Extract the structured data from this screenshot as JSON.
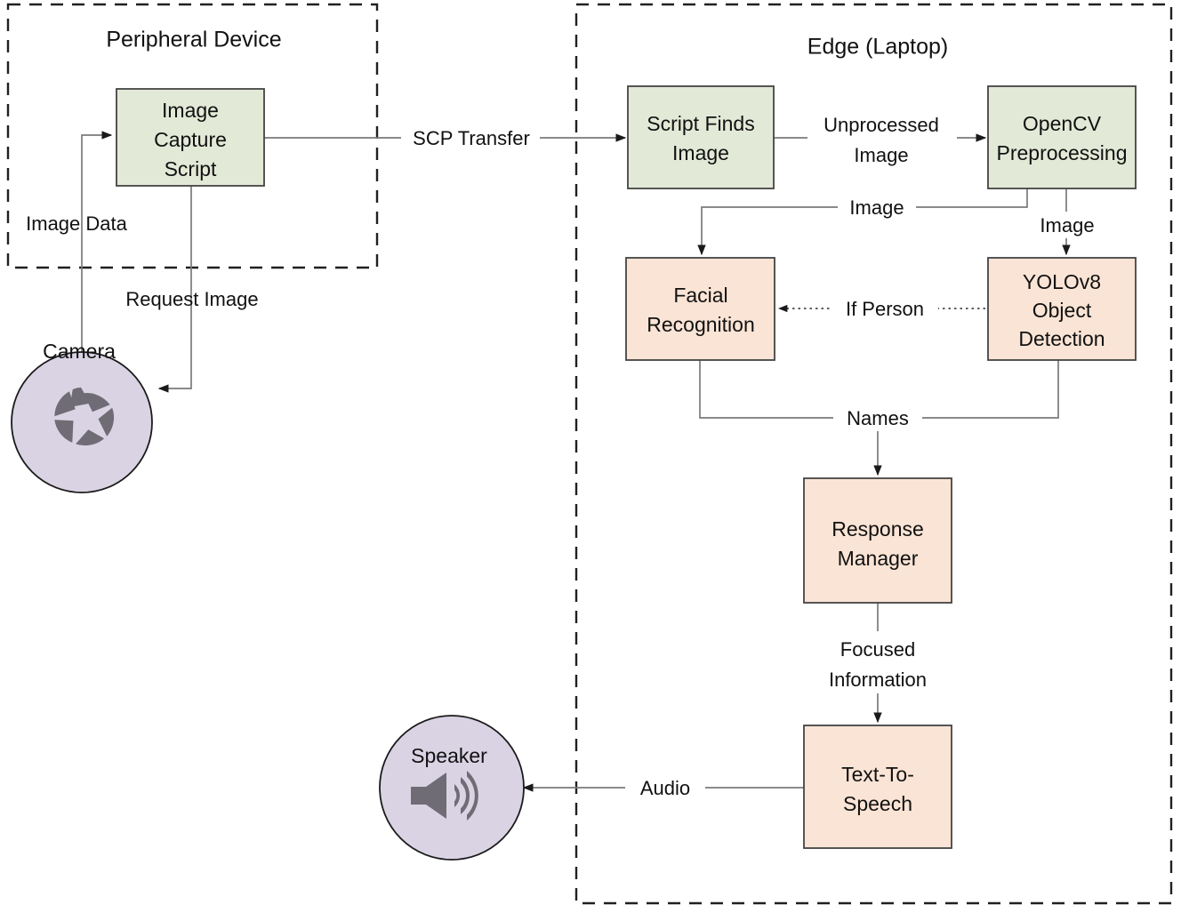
{
  "diagram": {
    "title": "Edge AI Vision Assistant Pipeline",
    "type": "flowchart",
    "colors": {
      "green_fill": "#e3e9d7",
      "orange_fill": "#fae4d5",
      "purple_fill": "#dad3e4",
      "node_stroke": "#444444",
      "edge_stroke": "#7a7a7a",
      "frame_stroke": "#231f20",
      "glyph_fill": "#6f6c75",
      "background": "#ffffff"
    },
    "groups": [
      {
        "id": "peripheral",
        "title": "Peripheral Device"
      },
      {
        "id": "edge",
        "title": "Edge (Laptop)"
      }
    ],
    "nodes": [
      {
        "id": "image-capture-script",
        "label": "Image\nCapture\nScript",
        "lines": [
          "Image",
          "Capture",
          "Script"
        ],
        "shape": "rect",
        "fill": "green",
        "group": "peripheral"
      },
      {
        "id": "camera",
        "label": "Camera",
        "lines": [
          "Camera"
        ],
        "shape": "circle",
        "fill": "purple",
        "icon": "aperture-icon",
        "group": "none"
      },
      {
        "id": "script-finds-image",
        "label": "Script Finds\nImage",
        "lines": [
          "Script Finds",
          "Image"
        ],
        "shape": "rect",
        "fill": "green",
        "group": "edge"
      },
      {
        "id": "opencv-preprocessing",
        "label": "OpenCV\nPreprocessing",
        "lines": [
          "OpenCV",
          "Preprocessing"
        ],
        "shape": "rect",
        "fill": "green",
        "group": "edge"
      },
      {
        "id": "facial-recognition",
        "label": "Facial\nRecognition",
        "lines": [
          "Facial",
          "Recognition"
        ],
        "shape": "rect",
        "fill": "orange",
        "group": "edge"
      },
      {
        "id": "yolov8-object-detection",
        "label": "YOLOv8\nObject\nDetection",
        "lines": [
          "YOLOv8",
          "Object",
          "Detection"
        ],
        "shape": "rect",
        "fill": "orange",
        "group": "edge"
      },
      {
        "id": "response-manager",
        "label": "Response\nManager",
        "lines": [
          "Response",
          "Manager"
        ],
        "shape": "rect",
        "fill": "orange",
        "group": "edge"
      },
      {
        "id": "text-to-speech",
        "label": "Text-To-Speech",
        "lines": [
          "Text-To-",
          "Speech"
        ],
        "shape": "rect",
        "fill": "orange",
        "group": "edge"
      },
      {
        "id": "speaker",
        "label": "Speaker",
        "lines": [
          "Speaker"
        ],
        "shape": "circle",
        "fill": "purple",
        "icon": "speaker-icon",
        "group": "none"
      }
    ],
    "edges": [
      {
        "id": "edge-image-data",
        "from": "camera",
        "to": "image-capture-script",
        "label": "Image Data",
        "style": "solid"
      },
      {
        "id": "edge-request-image",
        "from": "image-capture-script",
        "to": "camera",
        "label": "Request Image",
        "style": "solid"
      },
      {
        "id": "edge-scp-transfer",
        "from": "image-capture-script",
        "to": "script-finds-image",
        "label": "SCP Transfer",
        "style": "solid"
      },
      {
        "id": "edge-unprocessed-image",
        "from": "script-finds-image",
        "to": "opencv-preprocessing",
        "label": "Unprocessed\nImage",
        "lines": [
          "Unprocessed",
          "Image"
        ],
        "style": "solid"
      },
      {
        "id": "edge-image-to-facial",
        "from": "opencv-preprocessing",
        "to": "facial-recognition",
        "label": "Image",
        "style": "solid"
      },
      {
        "id": "edge-image-to-yolo",
        "from": "opencv-preprocessing",
        "to": "yolov8-object-detection",
        "label": "Image",
        "style": "solid"
      },
      {
        "id": "edge-if-person",
        "from": "yolov8-object-detection",
        "to": "facial-recognition",
        "label": "If Person",
        "style": "dotted"
      },
      {
        "id": "edge-names",
        "from": "facial-recognition",
        "to": "response-manager",
        "label": "Names",
        "style": "solid"
      },
      {
        "id": "edge-focused-information",
        "from": "response-manager",
        "to": "text-to-speech",
        "label": "Focused\nInformation",
        "lines": [
          "Focused",
          "Information"
        ],
        "style": "solid"
      },
      {
        "id": "edge-audio",
        "from": "text-to-speech",
        "to": "speaker",
        "label": "Audio",
        "style": "solid"
      }
    ],
    "labels": {
      "peripheral_device": "Peripheral Device",
      "edge_laptop": "Edge (Laptop)",
      "image_capture_script_l1": "Image",
      "image_capture_script_l2": "Capture",
      "image_capture_script_l3": "Script",
      "camera": "Camera",
      "script_finds_image_l1": "Script Finds",
      "script_finds_image_l2": "Image",
      "opencv_l1": "OpenCV",
      "opencv_l2": "Preprocessing",
      "facial_l1": "Facial",
      "facial_l2": "Recognition",
      "yolo_l1": "YOLOv8",
      "yolo_l2": "Object",
      "yolo_l3": "Detection",
      "response_l1": "Response",
      "response_l2": "Manager",
      "tts_l1": "Text-To-",
      "tts_l2": "Speech",
      "speaker": "Speaker",
      "image_data": "Image Data",
      "request_image": "Request Image",
      "scp_transfer": "SCP Transfer",
      "unprocessed_l1": "Unprocessed",
      "unprocessed_l2": "Image",
      "image_left": "Image",
      "image_right": "Image",
      "if_person": "If Person",
      "names": "Names",
      "focused_l1": "Focused",
      "focused_l2": "Information",
      "audio": "Audio"
    }
  }
}
